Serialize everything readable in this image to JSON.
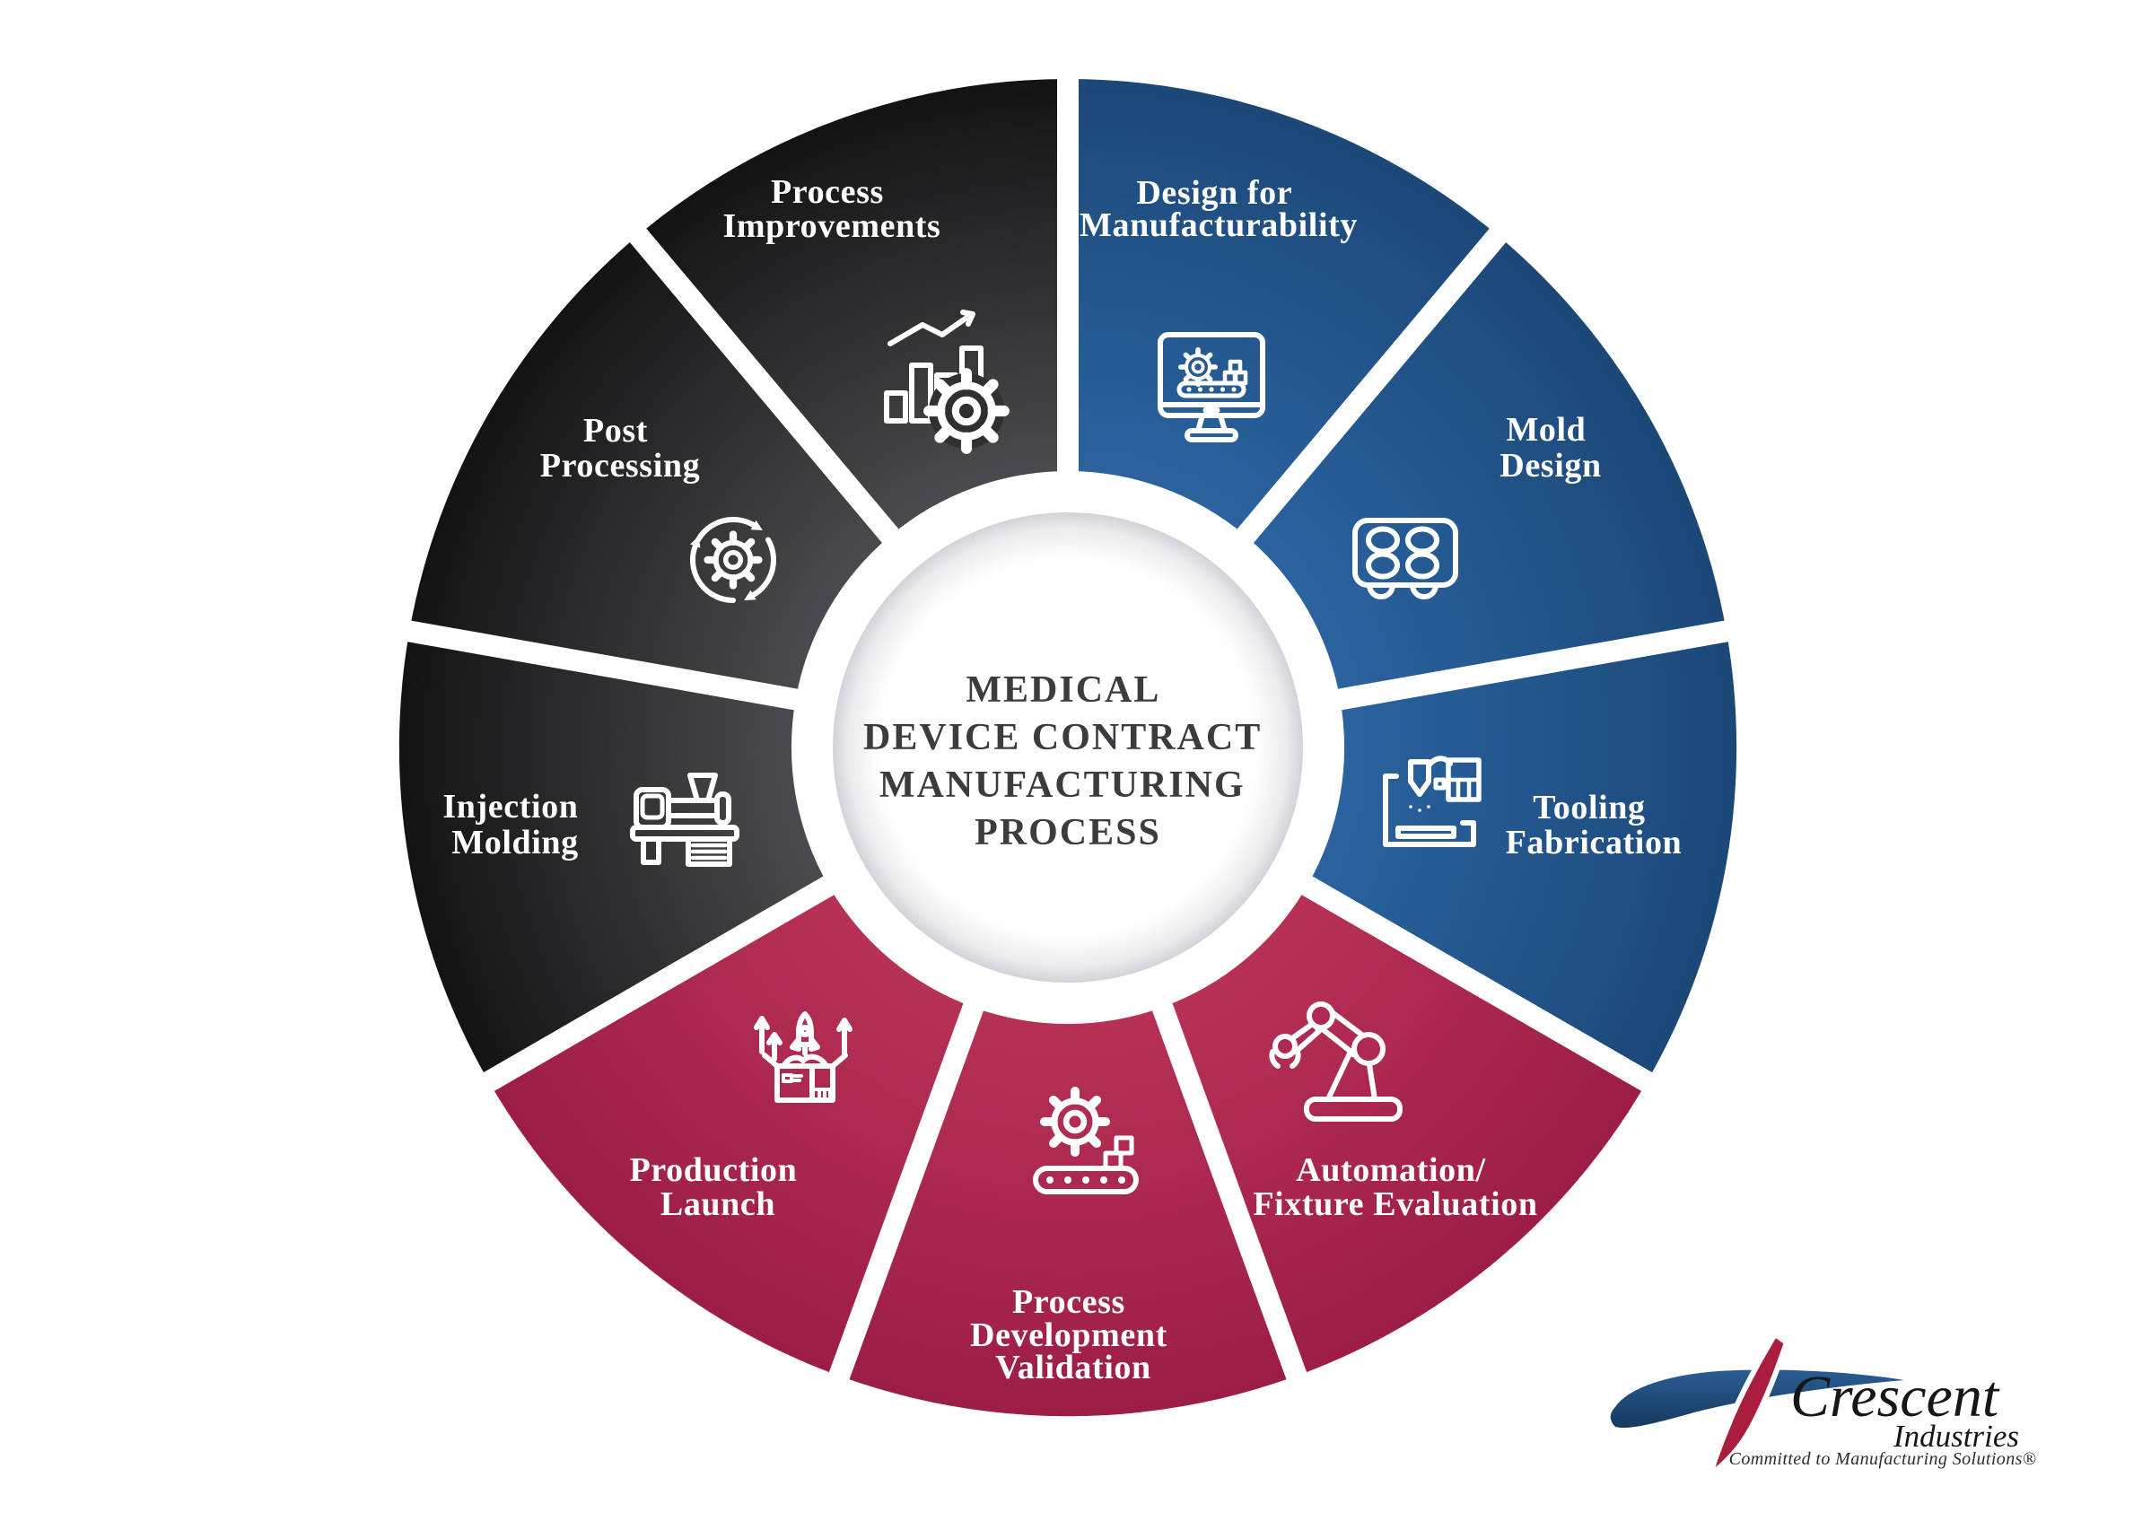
{
  "title": {
    "lines": [
      "MEDICAL",
      "DEVICE CONTRACT",
      "MANUFACTURING",
      "PROCESS"
    ]
  },
  "segments": [
    {
      "id": "design-for-manufacturability",
      "lines": [
        "Design for",
        "Manufacturability"
      ],
      "group": "blue",
      "icon": "monitor-gear-icon"
    },
    {
      "id": "mold-design",
      "lines": [
        "Mold",
        "Design"
      ],
      "group": "blue",
      "icon": "mold-plate-icon"
    },
    {
      "id": "tooling-fabrication",
      "lines": [
        "Tooling",
        "Fabrication"
      ],
      "group": "blue",
      "icon": "cnc-machine-icon"
    },
    {
      "id": "automation-fixture-evaluation",
      "lines": [
        "Automation/",
        "Fixture Evaluation"
      ],
      "group": "red",
      "icon": "robot-arm-icon"
    },
    {
      "id": "process-development-validation",
      "lines": [
        "Process",
        "Development",
        "Validation"
      ],
      "group": "red",
      "icon": "gear-conveyor-icon"
    },
    {
      "id": "production-launch",
      "lines": [
        "Production",
        "Launch"
      ],
      "group": "red",
      "icon": "rocket-box-icon"
    },
    {
      "id": "injection-molding",
      "lines": [
        "Injection",
        "Molding"
      ],
      "group": "black",
      "icon": "injection-machine-icon"
    },
    {
      "id": "post-processing",
      "lines": [
        "Post",
        "Processing"
      ],
      "group": "black",
      "icon": "gear-cycle-icon"
    },
    {
      "id": "process-improvements",
      "lines": [
        "Process",
        "Improvements"
      ],
      "group": "black",
      "icon": "chart-gear-icon"
    }
  ],
  "colors": {
    "blue_inner": "#2a639f",
    "blue_outer": "#1c4878",
    "red_inner": "#b73156",
    "red_outer": "#9c1e45",
    "black_inner": "#4b4b4f",
    "black_outer": "#131314",
    "label": "#ffffff",
    "title": "#3b3b40",
    "divider": "#ffffff"
  },
  "logo": {
    "name": "Crescent",
    "subname": "Industries",
    "tagline": "Committed to Manufacturing Solutions®",
    "swoosh_color": "#1d4e7f",
    "blade_color": "#a91e3c"
  }
}
